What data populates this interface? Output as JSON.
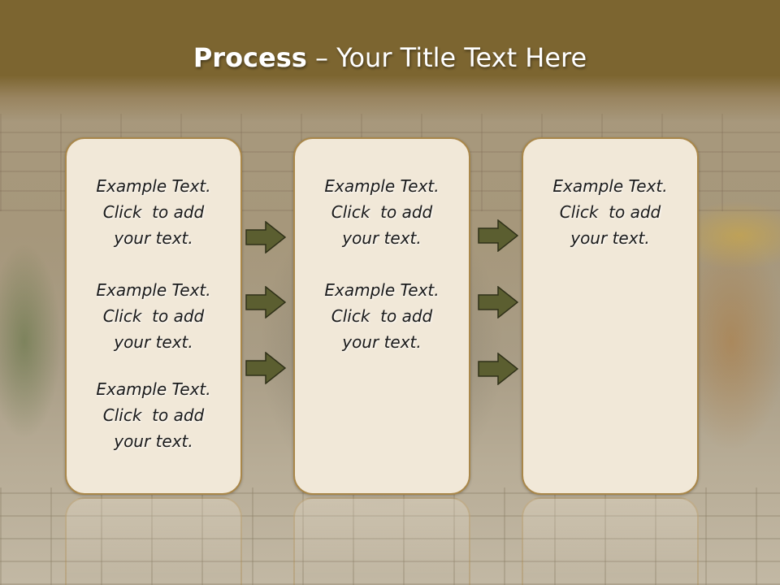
{
  "title": {
    "bold": "Process",
    "rest": " – Your Title Text Here"
  },
  "colors": {
    "title_band": "#7c6530",
    "box_fill": "#f1e8d8",
    "box_border": "#a9874a",
    "arrow_fill": "#5b5e30"
  },
  "columns": [
    {
      "items": [
        {
          "line1": "Example Text.",
          "line2": "Click  to add",
          "line3": "your text."
        },
        {
          "line1": "Example Text.",
          "line2": "Click  to add",
          "line3": "your text."
        },
        {
          "line1": "Example Text.",
          "line2": "Click  to add",
          "line3": "your text."
        }
      ]
    },
    {
      "items": [
        {
          "line1": "Example Text.",
          "line2": "Click  to add",
          "line3": "your text."
        },
        {
          "line1": "Example Text.",
          "line2": "Click  to add",
          "line3": "your text."
        }
      ]
    },
    {
      "items": [
        {
          "line1": "Example Text.",
          "line2": "Click  to add",
          "line3": "your text."
        }
      ]
    }
  ],
  "arrows": [
    "arrow-right-icon",
    "arrow-right-icon",
    "arrow-right-icon",
    "arrow-right-icon",
    "arrow-right-icon",
    "arrow-right-icon"
  ]
}
